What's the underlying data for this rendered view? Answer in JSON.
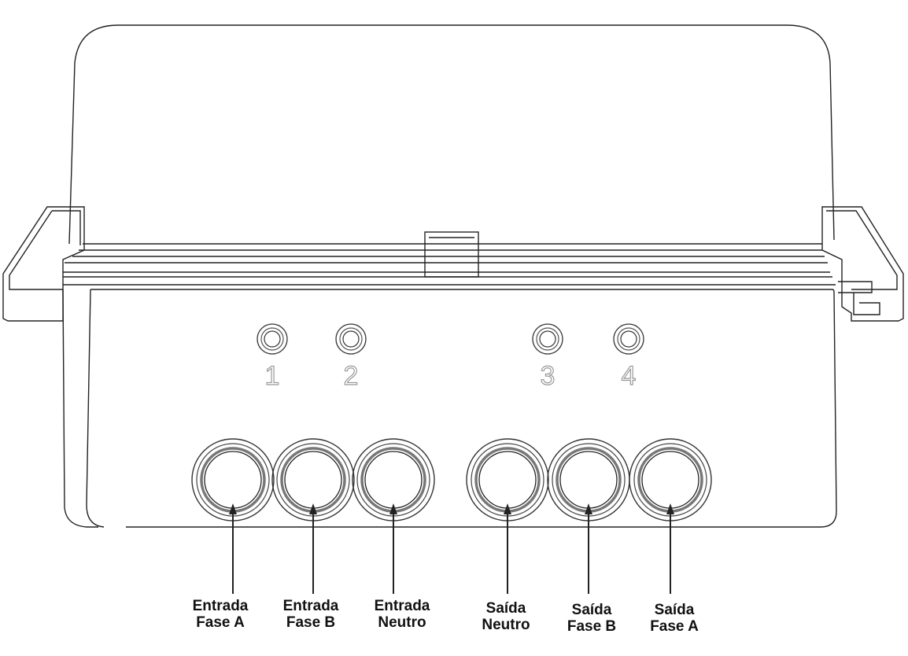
{
  "diagram": {
    "line_color": "#222222",
    "led_color": "#999999",
    "text_color": "#111111"
  },
  "leds": [
    {
      "id": "1",
      "label": "1"
    },
    {
      "id": "2",
      "label": "2"
    },
    {
      "id": "3",
      "label": "3"
    },
    {
      "id": "4",
      "label": "4"
    }
  ],
  "terminals": [
    {
      "id": "entrada-fase-a",
      "line1": "Entrada",
      "line2": "Fase A"
    },
    {
      "id": "entrada-fase-b",
      "line1": "Entrada",
      "line2": "Fase B"
    },
    {
      "id": "entrada-neutro",
      "line1": "Entrada",
      "line2": "Neutro"
    },
    {
      "id": "saida-neutro",
      "line1": "Saída",
      "line2": "Neutro"
    },
    {
      "id": "saida-fase-b",
      "line1": "Saída",
      "line2": "Fase B"
    },
    {
      "id": "saida-fase-a",
      "line1": "Saída",
      "line2": "Fase A"
    }
  ]
}
